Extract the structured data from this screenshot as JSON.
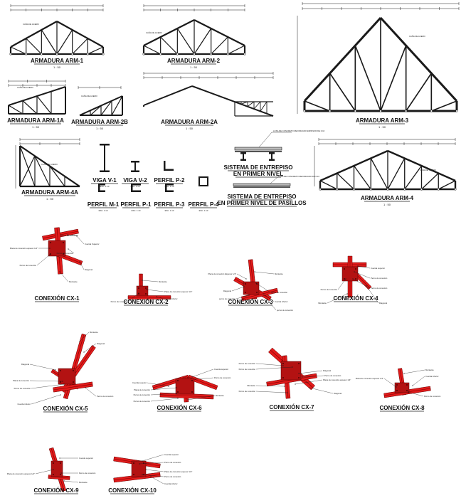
{
  "sheet": {
    "accent_color": "#e21b1b",
    "line_color": "#1a1a1a",
    "scale_label": "1 : 50",
    "dimension_label": "1",
    "trusses": [
      {
        "title": "ARMADURA ARM-1",
        "scale": "1 : 50",
        "note": "CAÑA DE ACERO"
      },
      {
        "title": "ARMADURA ARM-2",
        "scale": "1 : 50",
        "note": "CAÑA DE ACERO"
      },
      {
        "title": "ARMADURA ARM-3",
        "scale": "1 : 50",
        "note": "CAÑA DE ACERO"
      },
      {
        "title": "ARMADURA ARM-1A",
        "scale": "1 : 50",
        "note": "CAÑA DE ACERO"
      },
      {
        "title": "ARMADURA ARM-2B",
        "scale": "1 : 50",
        "note": "CAÑA DE ACERO"
      },
      {
        "title": "ARMADURA ARM-2A",
        "scale": "1 : 50",
        "note": "CAÑA DE ACERO"
      },
      {
        "title": "ARMADURA ARM-4A",
        "scale": "1 : 50",
        "note": "CAÑA DE ACERO"
      },
      {
        "title": "ARMADURA ARM-4",
        "scale": "1 : 50",
        "note": "CAÑA DE ACERO"
      }
    ],
    "profiles": [
      {
        "title": "VIGA V-1",
        "scale": "ESC. 1:10"
      },
      {
        "title": "VIGA V-2",
        "scale": "ESC. 1:10"
      },
      {
        "title": "PERFIL P-2",
        "scale": "ESC. 1:10"
      },
      {
        "title": "PERFIL M-1",
        "scale": "ESC. 1:10"
      },
      {
        "title": "PERFIL P-1",
        "scale": "ESC. 1:10"
      },
      {
        "title": "PERFIL P-3",
        "scale": "ESC. 1:10"
      },
      {
        "title": "PERFIL P-4",
        "scale": "ESC. 1:10"
      }
    ],
    "floor_systems": [
      {
        "title_line1": "SISTEMA DE ENTREPISO",
        "title_line2": "EN PRIMER NIVEL",
        "note": "LOSA DE CONCRETO REFORZADO ESPESOR DE 0.10"
      },
      {
        "title_line1": "SISTEMA DE ENTREPISO",
        "title_line2": "EN PRIMER NIVEL DE PASILLOS",
        "note": "LOSA DE CONCRETO REFORZADO DE 0.10"
      }
    ],
    "connections": [
      {
        "title": "CONEXIÓN CX-1",
        "labels": [
          "Perno de conexión",
          "Cuerda Superior",
          "Perno de conexión",
          "Placa de conexión espesor 1/4\"",
          "Perno de conexión",
          "Diagonal",
          "Montante"
        ]
      },
      {
        "title": "CONEXIÓN CX-2",
        "labels": [
          "Montante",
          "Placa de conexión espesor 1/4\"",
          "Perno de conexión",
          "Cuerda inferior"
        ]
      },
      {
        "title": "CONEXIÓN CX-3",
        "labels": [
          "Placa de conexión Espesor 1/4\"",
          "Montante",
          "Diagonal",
          "perno de conexión",
          "perno de conexión",
          "Cuerda inferior",
          "perno de conexión"
        ]
      },
      {
        "title": "CONEXIÓN CX-4",
        "labels": [
          "Cuerda superior",
          "Perno de conexión",
          "Perno de conexión",
          "Perno de conexión",
          "Montante",
          "Diagonal"
        ]
      },
      {
        "title": "CONEXIÓN CX-5",
        "labels": [
          "Montante",
          "Diagonal",
          "Diagonal",
          "Placa de conexión",
          "Perno de conexión",
          "Cuerda inferior",
          "Perno de conexión"
        ]
      },
      {
        "title": "CONEXIÓN CX-6",
        "labels": [
          "Cuerda superior",
          "Cuerda superior",
          "Perno de conexión",
          "Placa de conexión",
          "Perno de conexión",
          "Perno de conexión",
          "Montante"
        ]
      },
      {
        "title": "CONEXIÓN CX-7",
        "labels": [
          "Perno de conexión",
          "Perno de conexión",
          "Diagonal",
          "Placa de conexión espesor 1/4\"",
          "Montante",
          "Perno de conexión",
          "Perno de conexión",
          "Diagonal"
        ]
      },
      {
        "title": "CONEXIÓN CX-8",
        "labels": [
          "Montante",
          "Cuerda inferior",
          "Placa de conexión espesor 1/4\"",
          "Perno de conexión"
        ]
      },
      {
        "title": "CONEXIÓN CX-9",
        "labels": [
          "Cuerda superior",
          "Placa de conexión espesor 1/4\"",
          "Perno de conexión",
          "Montante"
        ]
      },
      {
        "title": "CONEXIÓN CX-10",
        "labels": [
          "Cuerda superior",
          "Perno de conexión",
          "Placa de conexión espesor 1/4\"",
          "Perno de conexión",
          "Cuerda inferior"
        ]
      }
    ]
  }
}
